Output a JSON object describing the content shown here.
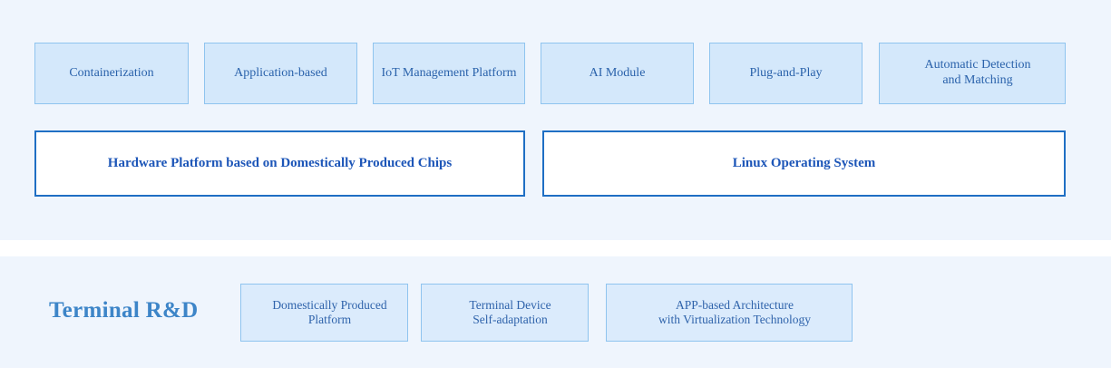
{
  "colors": {
    "section_background": "#eff5fd",
    "chip_fill": "#d4e8fb",
    "chip_border": "#8fc4ef",
    "chip_text": "#2a62ab",
    "platform_fill": "#ffffff",
    "platform_border": "#1f6fc4",
    "platform_text": "#1d56b8",
    "row_label_text": "#3d85c8",
    "page_background": "#ffffff"
  },
  "sections": {
    "platform_section": {
      "capability_row": [
        {
          "label": "Containerization"
        },
        {
          "label": "Application-based"
        },
        {
          "label": "IoT Management Platform"
        },
        {
          "label": "AI Module"
        },
        {
          "label": "Plug-and-Play"
        },
        {
          "label": "Automatic Detection\nand Matching",
          "line1": "Automatic Detection",
          "line2": "and Matching"
        }
      ],
      "foundation_row": [
        {
          "label": "Hardware Platform based on Domestically Produced Chips"
        },
        {
          "label": "Linux Operating System"
        }
      ]
    },
    "terminal_section": {
      "row_label": "Terminal R&D",
      "items": [
        {
          "line1": "Domestically Produced",
          "line2": "Platform"
        },
        {
          "line1": "Terminal Device",
          "line2": "Self-adaptation"
        },
        {
          "line1": "APP-based Architecture",
          "line2": "with Virtualization Technology"
        }
      ]
    }
  }
}
